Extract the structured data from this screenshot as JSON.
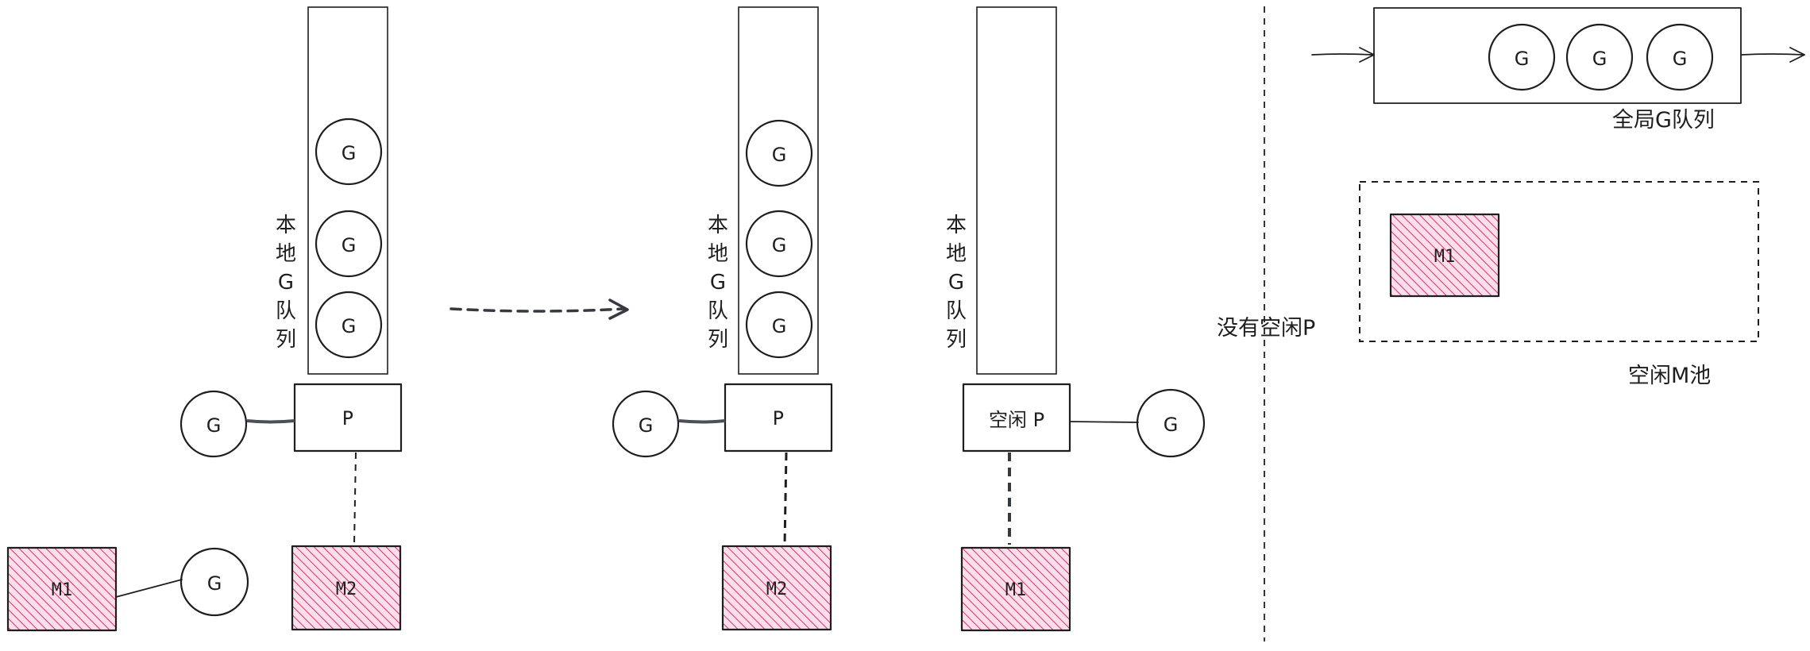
{
  "labels": {
    "g": "G",
    "p": "P",
    "m1": "M1",
    "m2": "M2",
    "idle_p": "空闲 P",
    "local_queue": [
      "本",
      "地",
      "G",
      "队",
      "列"
    ],
    "no_idle_p": "没有空闲P",
    "global_queue": "全局G队列",
    "idle_m_pool": "空闲M池"
  },
  "colors": {
    "g_green_fill": "#d8f5a2",
    "g_green_hatch": "#94d82d",
    "g_purple_fill": "#eebefa",
    "g_purple_hatch": "#be4bdb",
    "p_fill": "#99e9f2",
    "p_hatch": "#15aabf",
    "m_fill": "#ffdeeb",
    "m_hatch": "#d6336c",
    "stroke": "#1e1e1e"
  },
  "icons": {
    "transition_arrow": "dashed-arrow-right-icon",
    "queue_arrow": "arrow-right-icon"
  }
}
